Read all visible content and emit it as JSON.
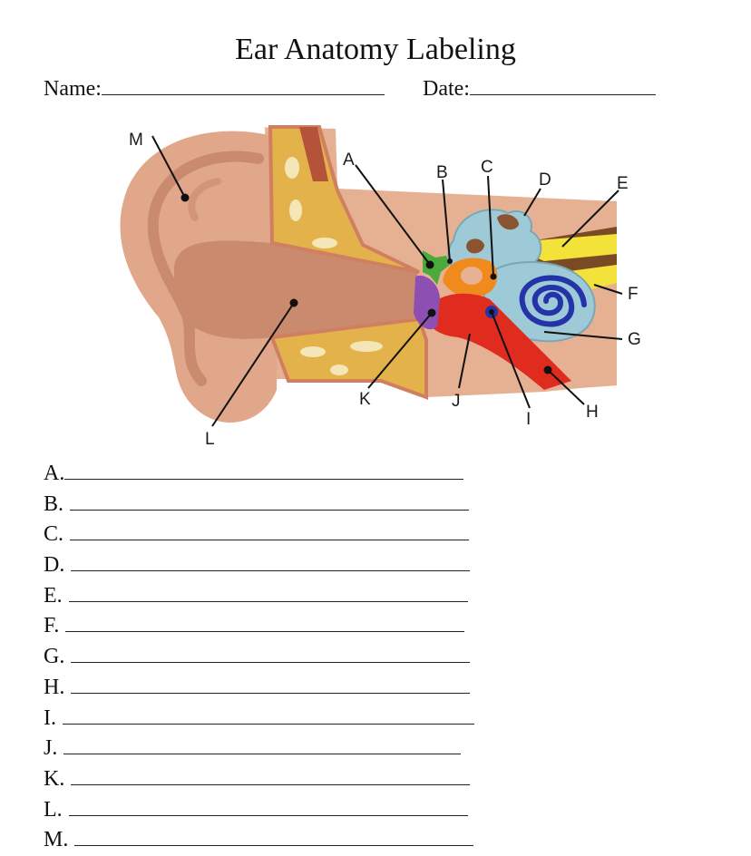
{
  "header": {
    "title": "Ear Anatomy Labeling",
    "name_label": "Name:",
    "date_label": "Date:"
  },
  "diagram": {
    "labels": [
      "A",
      "B",
      "C",
      "D",
      "E",
      "F",
      "G",
      "H",
      "I",
      "J",
      "K",
      "L",
      "M"
    ]
  },
  "answers": [
    "A.",
    "B.",
    "C.",
    "D.",
    "E.",
    "F.",
    "G.",
    "H.",
    "I.",
    "J.",
    "K.",
    "L.",
    "M."
  ],
  "colors": {
    "skin": "#e0a78a",
    "canal": "#c98a6d",
    "bone": "#e3b24a",
    "cochlea": "#9ec9d6",
    "spiral": "#2433a8",
    "eustachian": "#e02b1f",
    "eardrum": "#8e4fb3",
    "ossicle": "#4caa3c",
    "nerve_yellow": "#f3e23a",
    "nerve_brown": "#7a4a24",
    "orange": "#f08a1c"
  }
}
